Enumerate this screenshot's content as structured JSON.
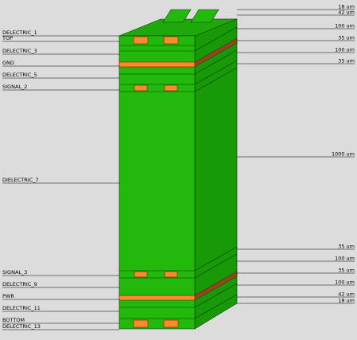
{
  "colors": {
    "background": "#dcdcdc",
    "dielectric_front": "#22b80c",
    "dielectric_side": "#189a08",
    "dielectric_top": "#1fa80a",
    "copper_front": "#ff8a2a",
    "copper_side": "#8a4a20",
    "outline": "#0b3d05",
    "leader": "#000000"
  },
  "layers_left": [
    {
      "name": "DELECTRIC_1"
    },
    {
      "name": "TOP"
    },
    {
      "name": "DELECTRIC_3"
    },
    {
      "name": "GND"
    },
    {
      "name": "DELECTRIC_5"
    },
    {
      "name": "SIGNAL_2"
    },
    {
      "name": "DIELECTRIC_7"
    },
    {
      "name": "SIGNAL_3"
    },
    {
      "name": "DELECTRIC_9"
    },
    {
      "name": "PWR"
    },
    {
      "name": "DELECTRIC_11"
    },
    {
      "name": "BOTTOM"
    },
    {
      "name": "DELECTRIC_13"
    }
  ],
  "thickness_right": [
    {
      "value": "18 um"
    },
    {
      "value": "42 um"
    },
    {
      "value": "100 um"
    },
    {
      "value": "35 um"
    },
    {
      "value": "100 um"
    },
    {
      "value": "35 um"
    },
    {
      "value": "1000 um"
    },
    {
      "value": "35 um"
    },
    {
      "value": "100 um"
    },
    {
      "value": "35 um"
    },
    {
      "value": "100 um"
    },
    {
      "value": "42 um"
    },
    {
      "value": "18 um"
    }
  ]
}
